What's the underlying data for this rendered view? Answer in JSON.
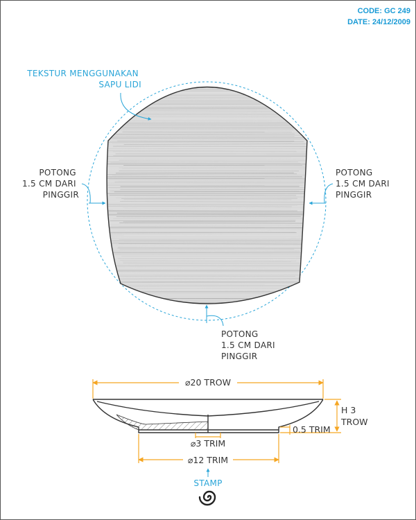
{
  "header": {
    "code": "CODE: GC 249",
    "date": "DATE: 24/12/2009"
  },
  "top_view": {
    "texture_label": [
      "TEKSTUR MENGGUNAKAN",
      "SAPU LIDI"
    ],
    "cut_left": [
      "POTONG",
      "1.5 CM DARI",
      "PINGGIR"
    ],
    "cut_right": [
      "POTONG",
      "1.5 CM DARI",
      "PINGGIR"
    ],
    "cut_bottom": [
      "POTONG",
      "1.5 CM DARI",
      "PINGGIR"
    ]
  },
  "side_view": {
    "diameter_top": "⌀20 TROW",
    "height": [
      "H 3",
      "TROW"
    ],
    "foot_height": "0.5 TRIM",
    "inner_diameter": "⌀3 TRIM",
    "foot_diameter": "⌀12 TRIM"
  },
  "stamp": {
    "label": "STAMP"
  },
  "colors": {
    "accent_blue": "#2aa5d8",
    "dimension_orange": "#f5a623",
    "outline": "#333333"
  }
}
